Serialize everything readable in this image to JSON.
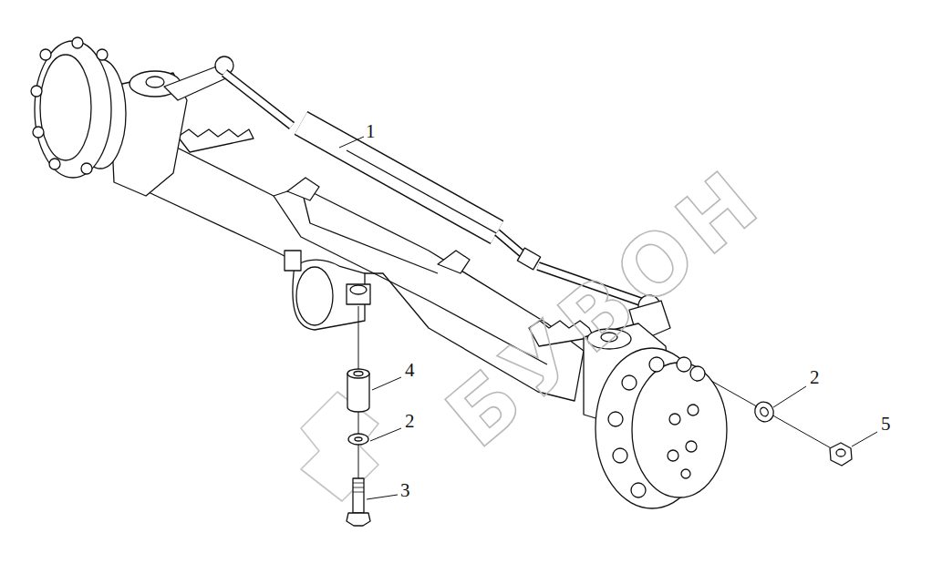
{
  "diagram": {
    "labels": [
      "1",
      "2",
      "4",
      "2",
      "3",
      "5",
      "БУВОН"
    ]
  }
}
